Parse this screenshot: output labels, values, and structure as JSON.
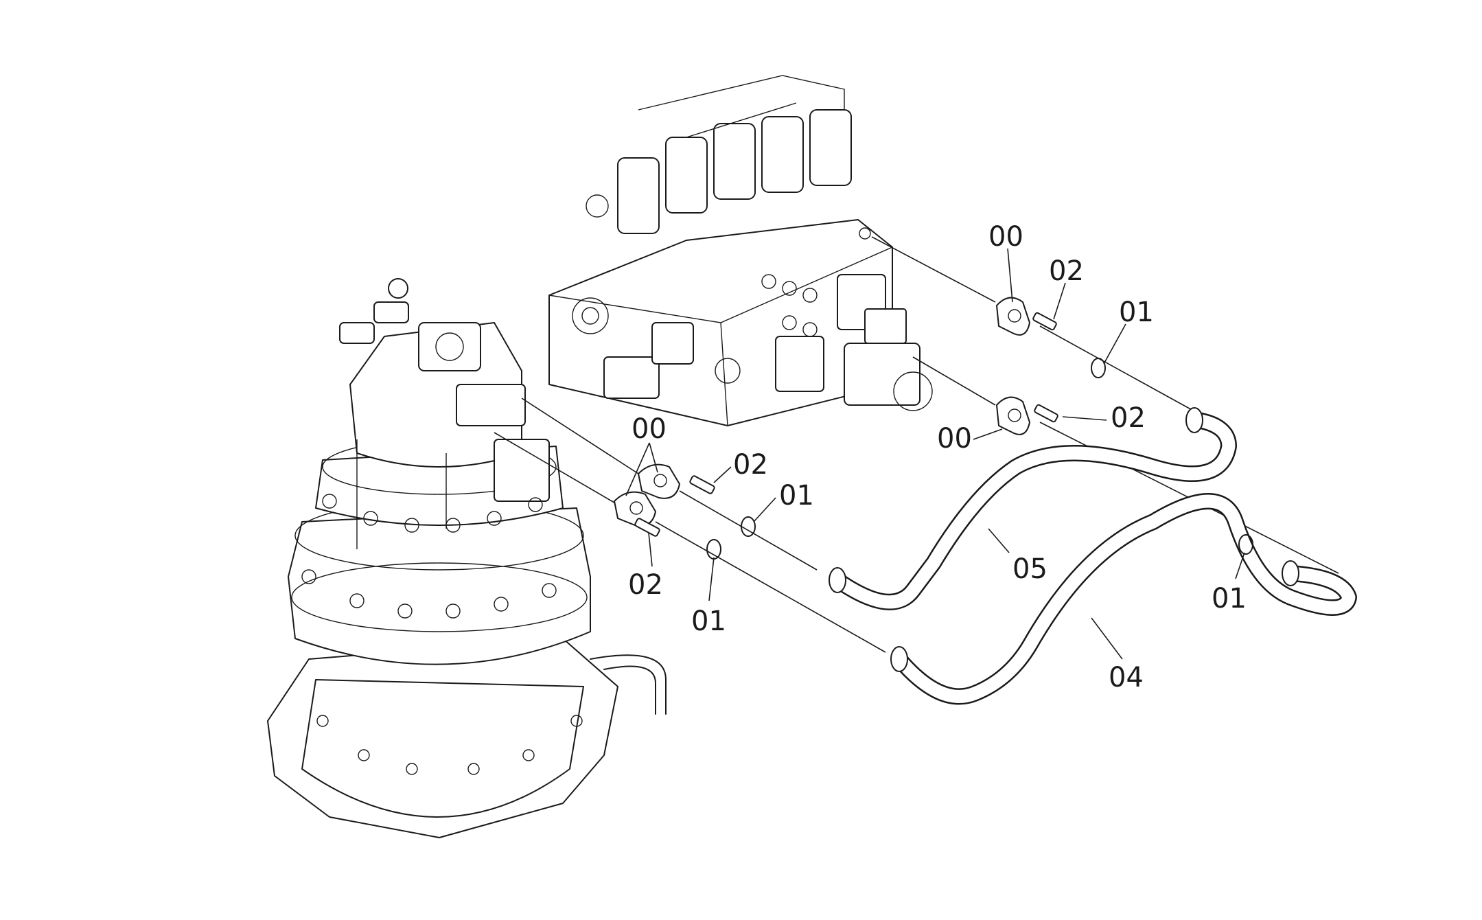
{
  "labels": {
    "flange_upper": "00",
    "bolt_upper": "02",
    "oring_upper": "01",
    "bolt_mid_right": "02",
    "flange_mid_right": "00",
    "flange_left": "00",
    "bolt_left_upper": "02",
    "oring_left_upper": "01",
    "hose_05": "05",
    "bolt_left_lower": "02",
    "oring_left_lower": "01",
    "oring_right_lower": "01",
    "hose_04": "04"
  }
}
